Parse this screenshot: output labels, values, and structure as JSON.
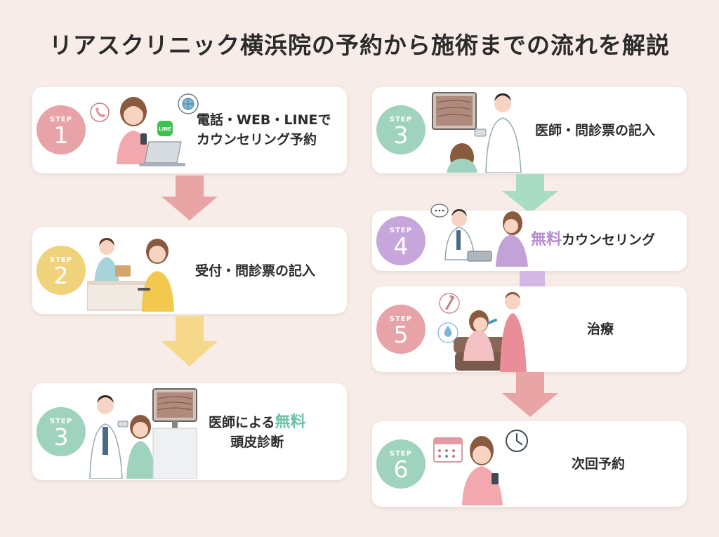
{
  "title": "リアスクリニック横浜院の予約から施術までの流れを解説",
  "step_word": "STEP",
  "steps": [
    {
      "num": "1",
      "line1": "電話・WEB・LINEで",
      "line2": "カウンセリング予約",
      "color": "#e7a3a8"
    },
    {
      "num": "2",
      "line1": "受付・問診票の記入",
      "color": "#f0d27a"
    },
    {
      "num": "3",
      "pre": "医師による",
      "accent": "無料",
      "line2": "頭皮診断",
      "color": "#9fd3bd",
      "accent_color": "#6cc3a3"
    },
    {
      "num": "3",
      "line1": "医師・問診票の記入",
      "color": "#9fd3bd"
    },
    {
      "num": "4",
      "accent": "無料",
      "post": "カウンセリング",
      "color": "#c7a6dc",
      "accent_color": "#b68bd0"
    },
    {
      "num": "5",
      "line1": "治療",
      "color": "#e7a3a8"
    },
    {
      "num": "6",
      "line1": "次回予約",
      "color": "#9fd3bd"
    }
  ],
  "line_icon_text": "LINE",
  "colors": {
    "arrow_pink": "#e9a4a6",
    "arrow_yellow": "#f6d88a",
    "arrow_green": "#a8dcc4",
    "arrow_purple": "#d5b8e6"
  }
}
